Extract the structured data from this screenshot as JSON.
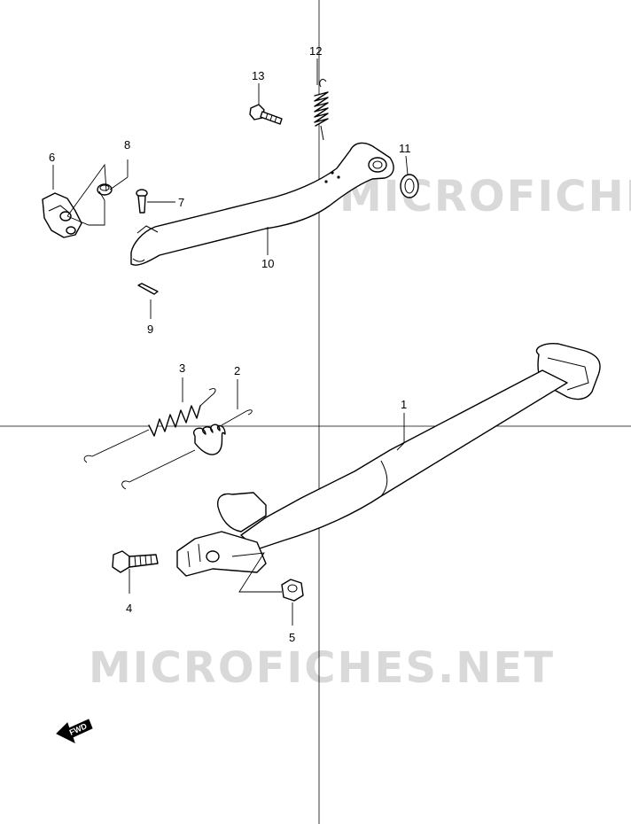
{
  "watermark": {
    "text": "MICROFICHES.NET"
  },
  "callouts": [
    {
      "number": "1",
      "part": "side-stand"
    },
    {
      "number": "2",
      "part": "spring"
    },
    {
      "number": "3",
      "part": "spring"
    },
    {
      "number": "4",
      "part": "bolt"
    },
    {
      "number": "5",
      "part": "nut"
    },
    {
      "number": "6",
      "part": "switch"
    },
    {
      "number": "7",
      "part": "pin"
    },
    {
      "number": "8",
      "part": "collar"
    },
    {
      "number": "9",
      "part": "cotter-pin"
    },
    {
      "number": "10",
      "part": "rear-brake-pedal"
    },
    {
      "number": "11",
      "part": "seal"
    },
    {
      "number": "12",
      "part": "spring"
    },
    {
      "number": "13",
      "part": "bolt"
    }
  ],
  "fwd_arrow": {
    "label": "FWD"
  },
  "colors": {
    "line": "#000000",
    "watermark": "#d9d9d9",
    "background": "#ffffff"
  }
}
